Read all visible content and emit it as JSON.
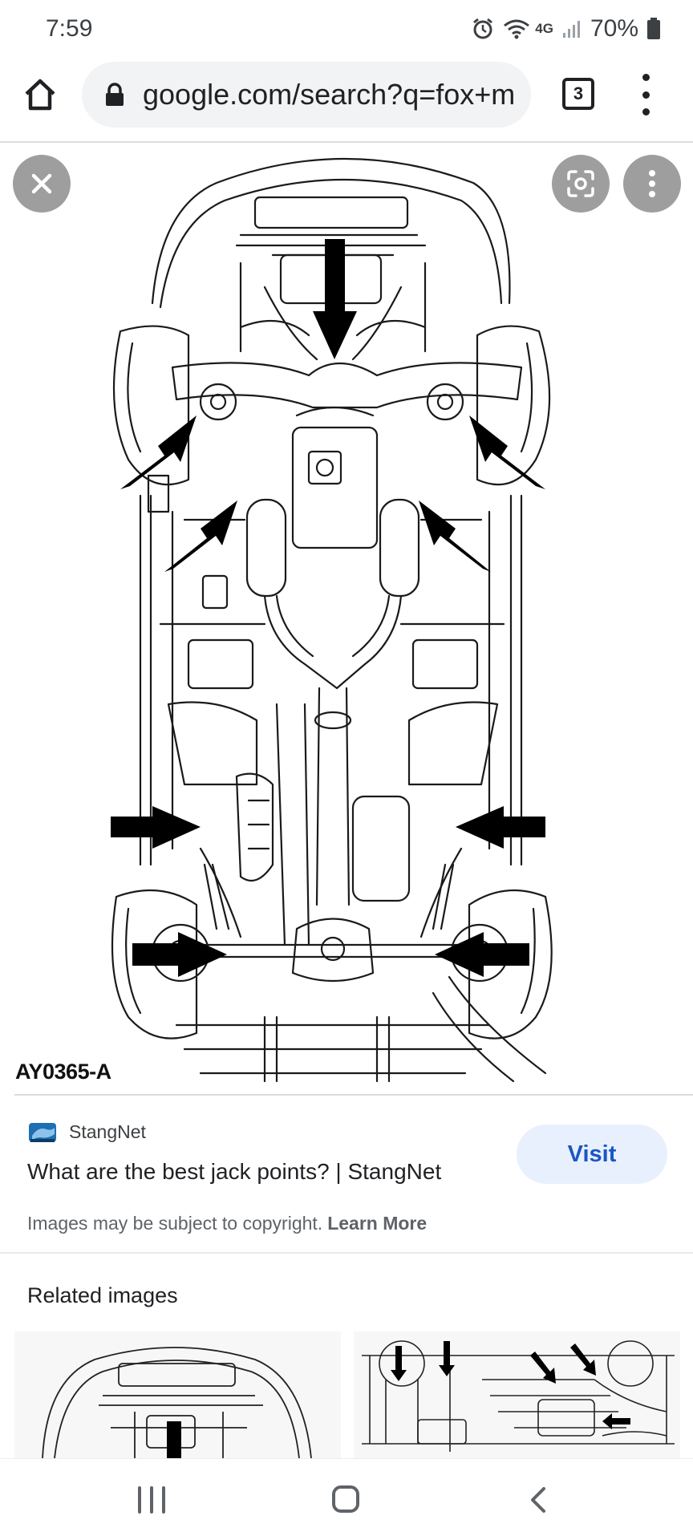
{
  "status_bar": {
    "time": "7:59",
    "network": "4G",
    "battery": "70%",
    "icons": [
      "alarm-icon",
      "wifi-icon",
      "signal-icon",
      "battery-icon"
    ]
  },
  "browser": {
    "url": "google.com/search?q=fox+m",
    "tab_count": "3",
    "icons": [
      "home-icon",
      "lock-icon",
      "tabs-icon",
      "more-vert-icon"
    ]
  },
  "viewer": {
    "figure_code": "AY0365-A",
    "icons": [
      "close-icon",
      "lens-icon",
      "more-vert-icon"
    ]
  },
  "result": {
    "source_name": "StangNet",
    "title": "What are the best jack points? | StangNet",
    "visit_label": "Visit",
    "copyright_text": "Images may be subject to copyright.",
    "learn_more": "Learn More"
  },
  "related": {
    "heading": "Related images"
  },
  "colors": {
    "accent": "#1a56c4",
    "visit_bg": "#e8f0fe",
    "overlay_button": "#9e9e9e",
    "omnibox_bg": "#f1f3f4"
  }
}
